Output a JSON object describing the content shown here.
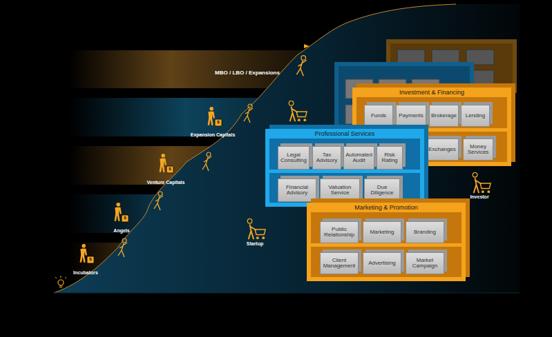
{
  "diagram": {
    "nodes": [
      {
        "text": [
          "Investment & Financing"
        ]
      },
      {
        "text": [
          "Funds"
        ],
        "in": 0
      },
      {
        "text": [
          "Payments"
        ],
        "in": 0
      },
      {
        "text": [
          "Brokerage"
        ],
        "in": 0
      },
      {
        "text": [
          "Lending"
        ],
        "in": 0
      },
      {
        "text": [
          "Exchanges"
        ],
        "in": 0
      },
      {
        "text": [
          "Money Services"
        ],
        "in": 0
      },
      {
        "text": [
          "Professional Services"
        ]
      },
      {
        "text": [
          "Legal Consulting"
        ],
        "in": 7
      },
      {
        "text": [
          "Tax Advisory"
        ],
        "in": 7
      },
      {
        "text": [
          "Automated Audit"
        ],
        "in": 7
      },
      {
        "text": [
          "Risk Rating"
        ],
        "in": 7
      },
      {
        "text": [
          "Financial Advisory"
        ],
        "in": 7
      },
      {
        "text": [
          "Valuation Service"
        ],
        "in": 7
      },
      {
        "text": [
          "Due Diligence"
        ],
        "in": 7
      },
      {
        "text": [
          "Marketing & Promotion"
        ]
      },
      {
        "text": [
          "Public Relationship"
        ],
        "in": 15
      },
      {
        "text": [
          "Marketing"
        ],
        "in": 15
      },
      {
        "text": [
          "Branding"
        ],
        "in": 15
      },
      {
        "text": [
          "Client Management"
        ],
        "in": 15
      },
      {
        "text": [
          "Advertising"
        ],
        "in": 15
      },
      {
        "text": [
          "Market Campaign"
        ],
        "in": 15
      }
    ],
    "labels": [
      "MBO / LBO / Expansions",
      "Expansion Capitals",
      "Venture Capitals",
      "Angels",
      "Incubators",
      "Startup",
      "Investor",
      "$",
      "$",
      "$",
      "$"
    ]
  }
}
